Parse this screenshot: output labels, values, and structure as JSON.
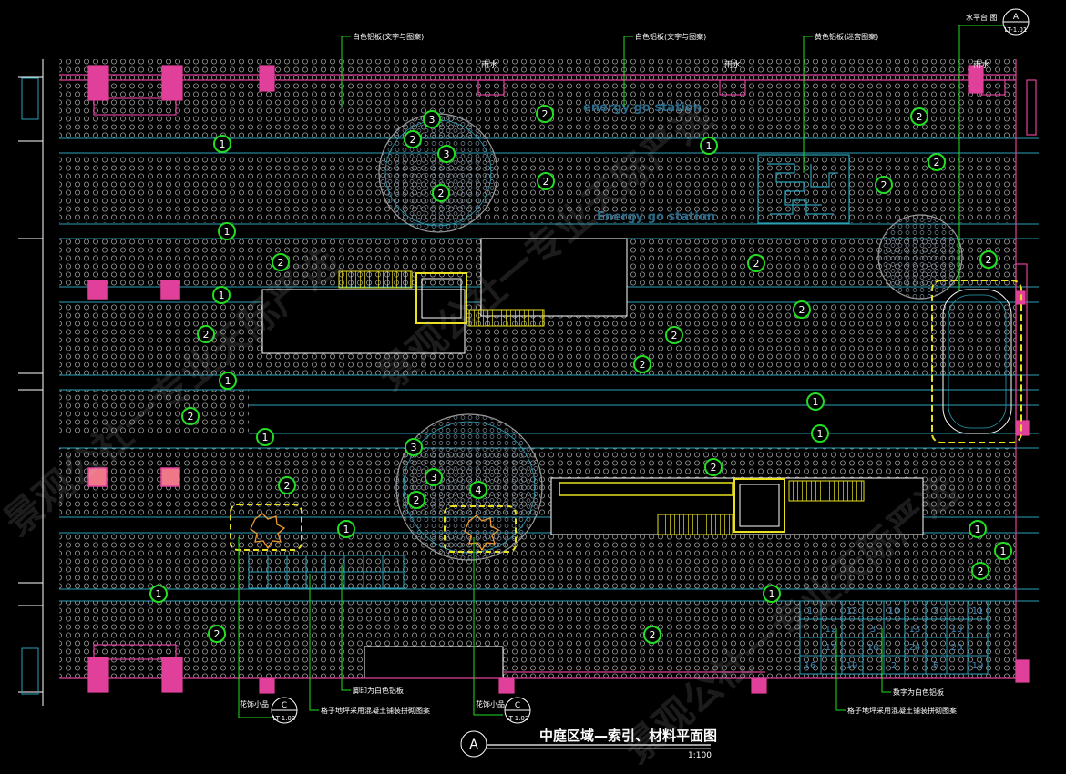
{
  "title": "中庭区域—索引、材料平面图",
  "scale": "1:100",
  "section_marker": "A",
  "ref_top_right": {
    "label": "A",
    "sheet": "LT-1.01",
    "caption": "水平台 图"
  },
  "ref_bottom_left": {
    "label": "C",
    "sheet": "LT-1.03",
    "caption": "花饰小品"
  },
  "ref_bottom_mid": {
    "label": "C",
    "sheet": "LT-1.03",
    "caption": "花饰小品"
  },
  "callouts_top": [
    {
      "text": "白色铝板(文字与图案)"
    },
    {
      "text": "白色铝板(文字与图案)"
    },
    {
      "text": "黄色铝板(迷宫图案)"
    }
  ],
  "callouts_bottom": [
    {
      "text": "格子地坪采用混凝土铺装拼砌图案"
    },
    {
      "text": "脚印为白色铝板"
    },
    {
      "text": "数字为白色铝板"
    },
    {
      "text": "格子地坪采用混凝土铺装拼砌图案"
    }
  ],
  "drain_labels": [
    "雨水",
    "雨水",
    "雨水"
  ],
  "paving_text_1": "energy go station",
  "paving_text_2": "Energy go station",
  "grid_numbers": [
    "1",
    "12",
    "13",
    "3",
    "10",
    "13",
    "3",
    "10",
    "11",
    "16",
    "17",
    "19",
    "16",
    "2",
    "24",
    "5",
    "20",
    "19"
  ],
  "markers": [
    {
      "n": "1"
    },
    {
      "n": "1"
    },
    {
      "n": "1"
    },
    {
      "n": "1"
    },
    {
      "n": "1"
    },
    {
      "n": "1"
    },
    {
      "n": "1"
    },
    {
      "n": "1"
    },
    {
      "n": "1"
    },
    {
      "n": "1"
    },
    {
      "n": "1"
    },
    {
      "n": "1"
    },
    {
      "n": "1"
    },
    {
      "n": "2"
    },
    {
      "n": "2"
    },
    {
      "n": "2"
    },
    {
      "n": "2"
    },
    {
      "n": "2"
    },
    {
      "n": "2"
    },
    {
      "n": "2"
    },
    {
      "n": "2"
    },
    {
      "n": "2"
    },
    {
      "n": "2"
    },
    {
      "n": "2"
    },
    {
      "n": "2"
    },
    {
      "n": "2"
    },
    {
      "n": "2"
    },
    {
      "n": "2"
    },
    {
      "n": "2"
    },
    {
      "n": "2"
    },
    {
      "n": "2"
    },
    {
      "n": "2"
    },
    {
      "n": "2"
    },
    {
      "n": "2"
    },
    {
      "n": "3"
    },
    {
      "n": "3"
    },
    {
      "n": "3"
    },
    {
      "n": "3"
    },
    {
      "n": "4"
    }
  ],
  "watermark": [
    "景观公社一专业天际严选",
    "景观公社一专业天际严选",
    "景观公社一专业天际严选"
  ],
  "colors": {
    "marker": "#22dd22",
    "pink": "#e0409a",
    "yellow": "#e8e020",
    "cyan": "#2aa0b8",
    "white": "#ffffff"
  }
}
